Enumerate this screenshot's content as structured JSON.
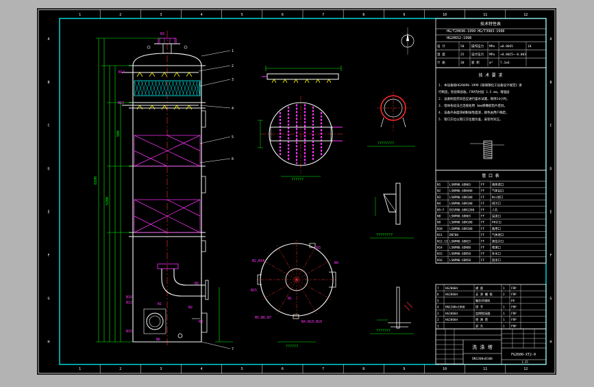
{
  "colors": {
    "viewport": "#b3b3b3",
    "paper": "#000000",
    "frame": "#ffffff",
    "border": "#00e5e5",
    "vessel": "#ffffff",
    "packing": "#ff33ff",
    "nozzle": "#ff33ff",
    "dimension": "#00ff00",
    "centerline": "#ff3333",
    "spray": "#ffff00",
    "pipe": "#ffffff",
    "highlight_red": "#ff2a2a"
  },
  "border": {
    "top_zones": [
      "1",
      "2",
      "3",
      "4",
      "5",
      "6",
      "7",
      "8",
      "9",
      "10",
      "11",
      "12"
    ],
    "bottom_zones": [
      "1",
      "2",
      "3",
      "4",
      "5",
      "6",
      "7",
      "8",
      "9",
      "10",
      "11",
      "12"
    ],
    "side_zones": [
      "A",
      "B",
      "C",
      "D",
      "E",
      "F",
      "G",
      "H"
    ]
  },
  "elevation": {
    "nozzles": {
      "n3": "N3",
      "n4": "N4",
      "n14": "N14",
      "n13": "N13",
      "n5": "N5",
      "n12": "N12",
      "n1": "N1",
      "n15": "N15",
      "n2": "N2",
      "n6": "N6",
      "n16": "N16"
    },
    "parts": [
      "1",
      "2",
      "3",
      "4",
      "5",
      "6",
      "7"
    ],
    "dims": {
      "overall": "8100",
      "left": "5200",
      "step": "500"
    }
  },
  "views": {
    "distributor_caption": "??????",
    "ring_caption": "????????",
    "plan_caption": "??????",
    "support_caption": "????????",
    "angle_caption": "???????",
    "plan_nozzles": {
      "n2n14": "N2,N14",
      "n3": "N3",
      "n9": "N9",
      "n15": "N15",
      "n1": "N1",
      "n5n6": "N5,N6,N7",
      "n4": "N4,N10,N16"
    }
  },
  "tech_table": {
    "title": "技术特性表",
    "standards": "HG/T20696-1999  HG/T3983-1998",
    "standard2": "HG20652-1998",
    "rows": [
      [
        "设 计",
        "50",
        "操作压力",
        "MPa",
        "±0.0045",
        "10"
      ],
      [
        "温 度",
        "25",
        "设计压力",
        "MPa",
        "+0.0025~-0.003",
        ""
      ],
      [
        "介 质",
        "30",
        "容 积",
        "m³",
        "7.3±6",
        ""
      ]
    ]
  },
  "notes": {
    "title": "技 术 要 求",
    "lines": [
      "1. 本设备按HG20696-1999《玻璃钢化工设备设计规定》进",
      "   行制造，检验和验收。FRP内衬层 1.5 mm，增强层",
      "2. 设备制造完毕后应进行盛水试漏，保持24小时。",
      "3. 塔体各段法兰连接处用 3mm厚橡胶垫片密封。",
      "4. 设备外表面涂刷耐候性面漆，颜色由用户确定。",
      "5. 管口方位以管口方位图为准，安装时对正。"
    ]
  },
  "nozzle_table": {
    "title": "管 口 表",
    "rows": [
      [
        "N1",
        "LSNPN0.6DN65",
        "FF",
        "液体进口"
      ],
      [
        "N2",
        "LSNPN0.6DN400",
        "FF",
        "气体出口"
      ],
      [
        "N3",
        "LSNPN0.6DN100",
        "FF",
        "Nzz进口"
      ],
      [
        "N4",
        "LSNPN0.6DN100",
        "FF",
        "排污口"
      ],
      [
        "N5~7",
        "DISPN0.6DN1200",
        "FF",
        "人孔"
      ],
      [
        "N8",
        "LSNPN0.6DN65",
        "FF",
        "溢流口"
      ],
      [
        "N9",
        "LSNPN0.6DN100",
        "FF",
        "PH计口"
      ],
      [
        "N10",
        "LSNPN0.6DN100",
        "FF",
        "备用口"
      ],
      [
        "N11",
        "DN700",
        "FF",
        "气体进口"
      ],
      [
        "N12,13",
        "LSNPN0.6DN25",
        "FF",
        "液位计口"
      ],
      [
        "N14",
        "LSNPN0.6DN80",
        "FF",
        "喷淋口"
      ],
      [
        "N15",
        "LSNPN0.6DN50",
        "FF",
        "补水口"
      ],
      [
        "N16",
        "LSNPN0.6DN50",
        "FF",
        "放净口"
      ]
    ]
  },
  "parts_list": {
    "rows": [
      [
        "7",
        "HG20604",
        "裙 座",
        "1",
        "FRP"
      ],
      [
        "6",
        "HG20604",
        "支 承 栅 板",
        "2",
        "FRP"
      ],
      [
        "5",
        "",
        "鲍尔环填料",
        "",
        "PP"
      ],
      [
        "4",
        "DN1200x1900",
        "塔 节",
        "1",
        "FRP"
      ],
      [
        "3",
        "HG20604",
        "丝网除沫器",
        "1",
        "FRP"
      ],
      [
        "2",
        "HG20604",
        "喷 淋 管",
        "1",
        "FRP"
      ],
      [
        "1",
        "",
        "封 头",
        "1",
        "FRP"
      ]
    ]
  },
  "title_block": {
    "name": "洗 涤 塔",
    "spec": "DN1200x8100",
    "drawing_no": "FGZ600-XT2-0",
    "scale": "1:25"
  }
}
